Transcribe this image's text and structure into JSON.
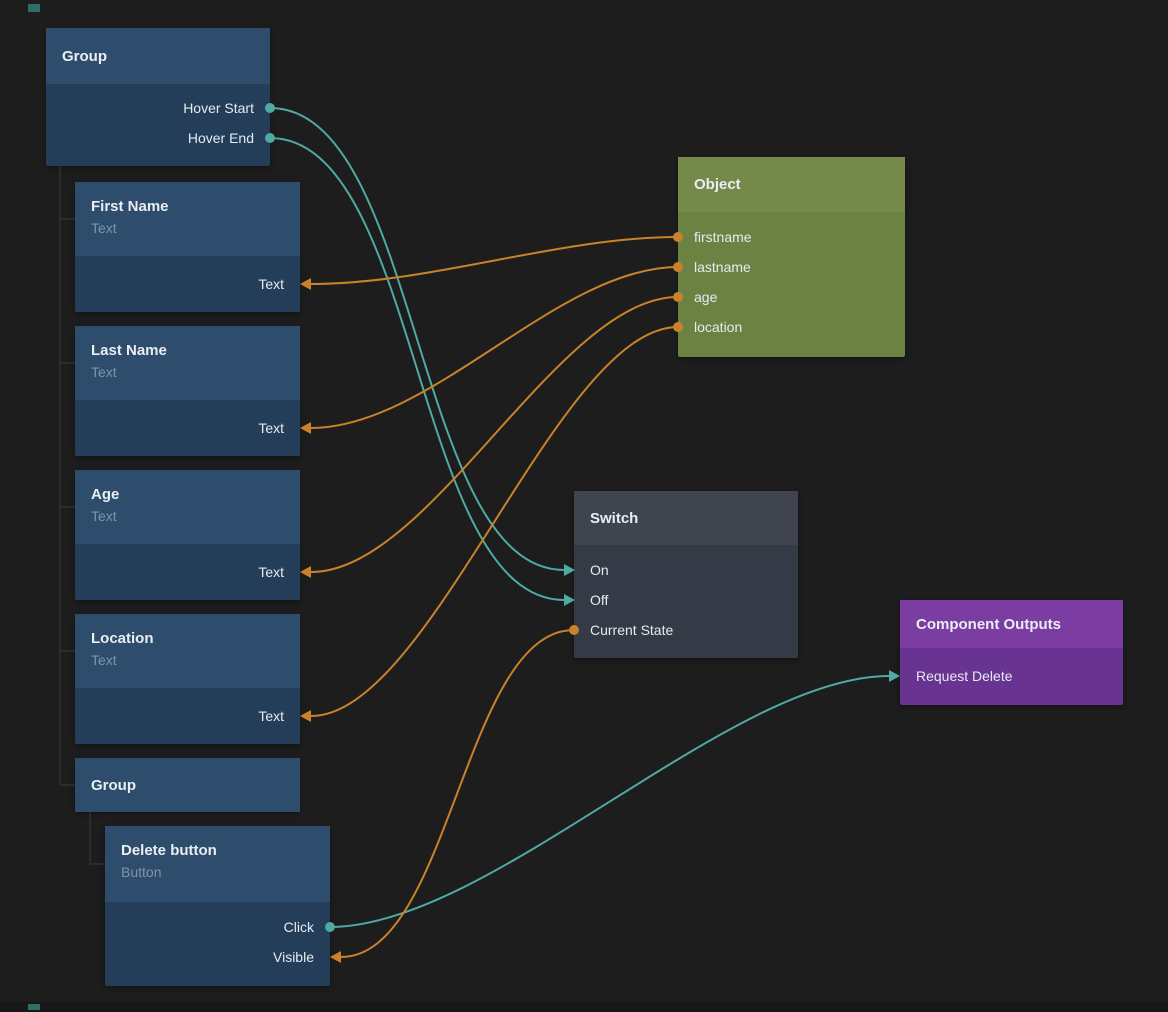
{
  "colors": {
    "background": "#1d1d1d",
    "teal": "#4faaa4",
    "orange": "#c9822a",
    "blue_header": "#2e4c6b",
    "blue_body": "#243e5a",
    "green_header": "#75894b",
    "green_body": "#6c8242",
    "gray_header": "#3f444f",
    "gray_body": "#353b46",
    "purple_header": "#7b3da1",
    "purple_body": "#693391",
    "tree_line": "#3a3a3a",
    "title_text": "#e9eef3",
    "subtitle_text": "#7f95a9",
    "port_text": "#e4ebf2",
    "scroll_accent": "#2f6f68",
    "scroll_track": "#171717"
  },
  "nodes": {
    "group_parent": {
      "title": "Group",
      "outputs": [
        {
          "label": "Hover Start"
        },
        {
          "label": "Hover End"
        }
      ]
    },
    "first_name": {
      "title": "First Name",
      "subtitle": "Text",
      "inputs": [
        {
          "label": "Text"
        }
      ]
    },
    "last_name": {
      "title": "Last Name",
      "subtitle": "Text",
      "inputs": [
        {
          "label": "Text"
        }
      ]
    },
    "age": {
      "title": "Age",
      "subtitle": "Text",
      "inputs": [
        {
          "label": "Text"
        }
      ]
    },
    "location": {
      "title": "Location",
      "subtitle": "Text",
      "inputs": [
        {
          "label": "Text"
        }
      ]
    },
    "group_child": {
      "title": "Group"
    },
    "delete_button": {
      "title": "Delete button",
      "subtitle": "Button",
      "ports": [
        {
          "label": "Click",
          "direction": "output"
        },
        {
          "label": "Visible",
          "direction": "input"
        }
      ]
    },
    "object": {
      "title": "Object",
      "outputs": [
        {
          "label": "firstname"
        },
        {
          "label": "lastname"
        },
        {
          "label": "age"
        },
        {
          "label": "location"
        }
      ]
    },
    "switch": {
      "title": "Switch",
      "ports": [
        {
          "label": "On",
          "direction": "input"
        },
        {
          "label": "Off",
          "direction": "input"
        },
        {
          "label": "Current State",
          "direction": "output"
        }
      ]
    },
    "component_outputs": {
      "title": "Component Outputs",
      "inputs": [
        {
          "label": "Request Delete"
        }
      ]
    }
  },
  "connections": [
    {
      "from": "Group.Hover Start",
      "to": "Switch.On",
      "color": "teal"
    },
    {
      "from": "Group.Hover End",
      "to": "Switch.Off",
      "color": "teal"
    },
    {
      "from": "Object.firstname",
      "to": "First Name.Text",
      "color": "orange"
    },
    {
      "from": "Object.lastname",
      "to": "Last Name.Text",
      "color": "orange"
    },
    {
      "from": "Object.age",
      "to": "Age.Text",
      "color": "orange"
    },
    {
      "from": "Object.location",
      "to": "Location.Text",
      "color": "orange"
    },
    {
      "from": "Switch.Current State",
      "to": "Delete button.Visible",
      "color": "orange"
    },
    {
      "from": "Delete button.Click",
      "to": "Component Outputs.Request Delete",
      "color": "teal"
    }
  ]
}
